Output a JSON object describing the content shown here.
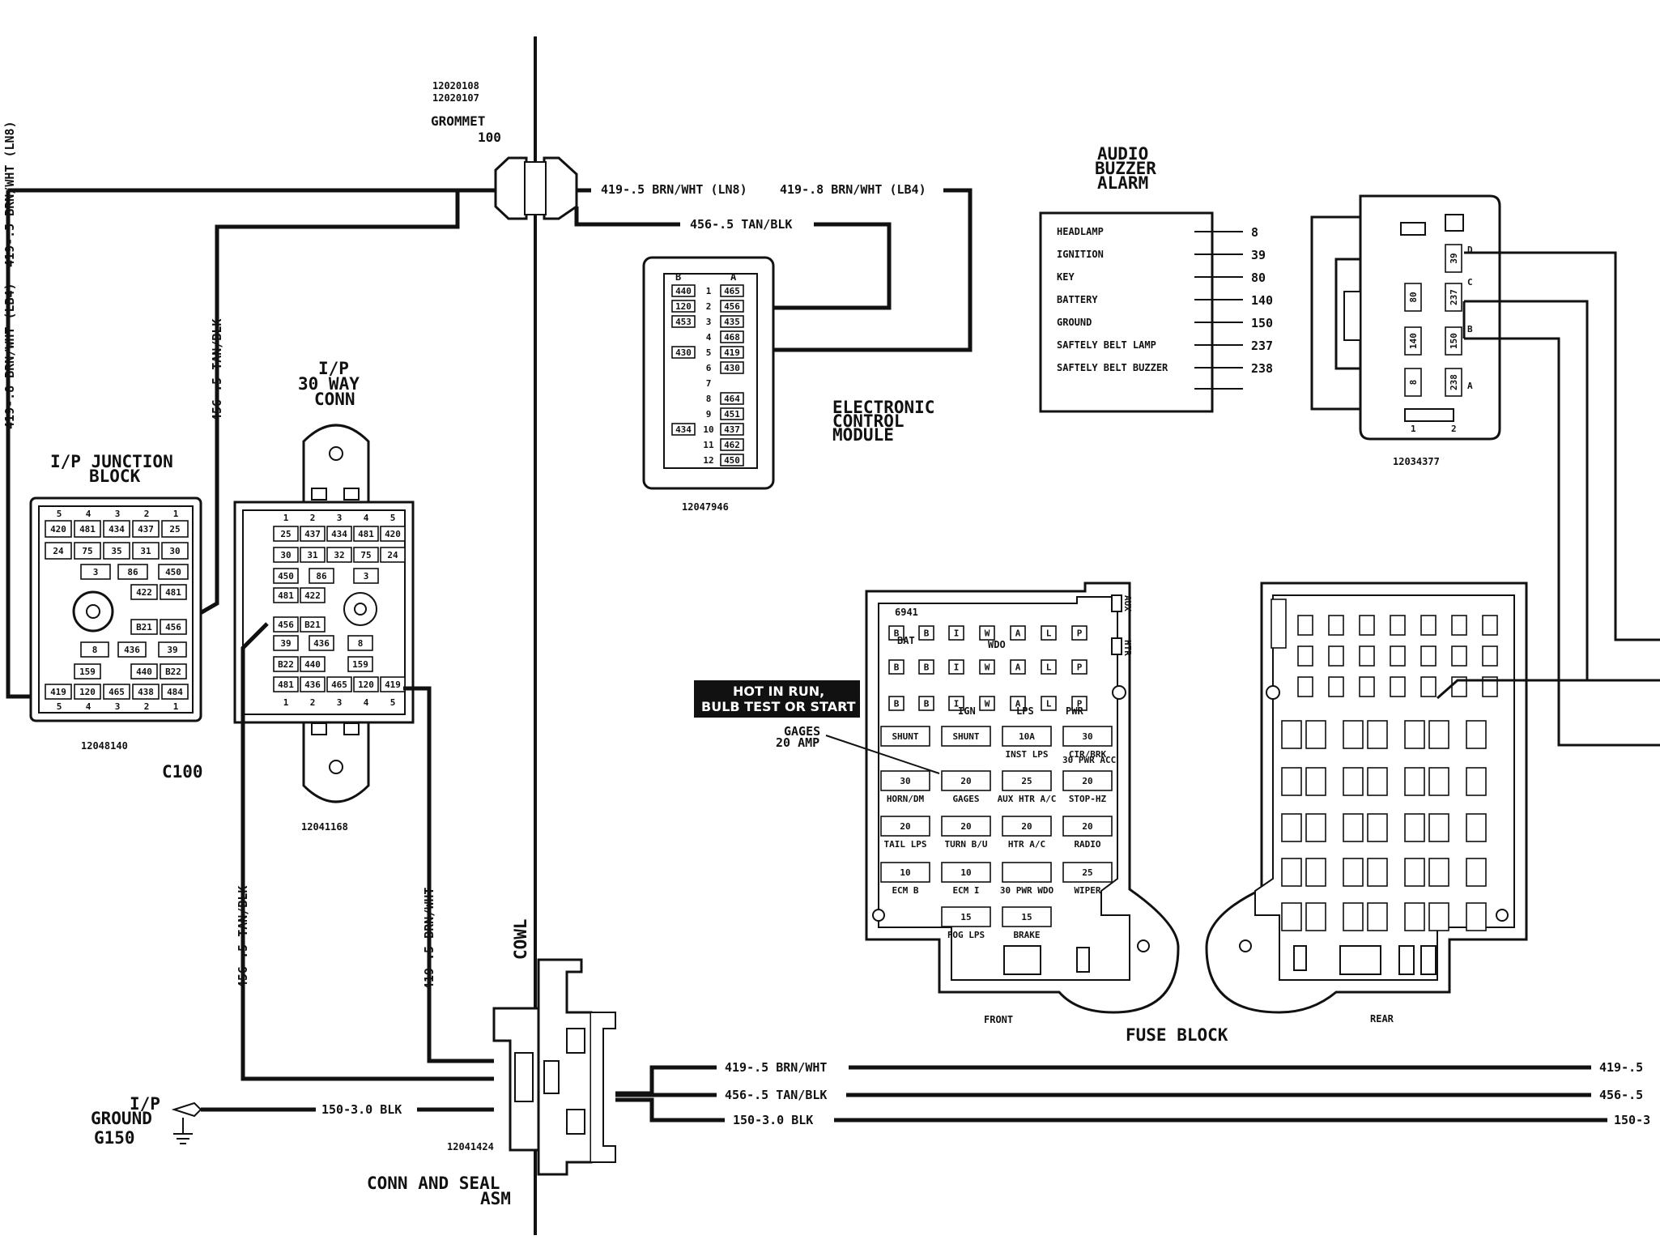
{
  "gromment": {
    "part_top": "12020108",
    "part_bottom": "12020107",
    "label": "GROMMET",
    "number": "100"
  },
  "wires": {
    "lnb_label": "419-.5 BRN/WHT (LN8)",
    "lb4_label": "419-.8 BRN/WHT (LB4)",
    "tan_top": "456-.5 TAN/BLK",
    "left_vertical": "419-.8 BRN/WHT (LB4)",
    "left_vertical_b": "419-.5 BRN/WHT (LN8)",
    "mid_vertical": "456-.5 TAN/BLK",
    "ipconn_tan": "456-.5 TAN/BLK",
    "ipconn_brn": "419-.5 BRN/WHT",
    "bottom_brn": "419-.5 BRN/WHT",
    "bottom_tan": "456-.5 TAN/BLK",
    "bottom_blk": "150-3.0 BLK",
    "ground_wire": "150-3.0 BLK",
    "right_brn": "419-.5",
    "right_tan": "456-.5",
    "right_blk": "150-3"
  },
  "junction_block": {
    "title_line1": "I/P JUNCTION",
    "title_line2": "BLOCK",
    "part": "12048140",
    "conn": "C100",
    "top_pins": [
      "5",
      "4",
      "3",
      "2",
      "1"
    ],
    "bottom_pins": [
      "5",
      "4",
      "3",
      "2",
      "1"
    ],
    "row1": [
      "420",
      "481",
      "434",
      "437",
      "25"
    ],
    "row2": [
      "24",
      "75",
      "35",
      "31",
      "30"
    ],
    "row3": [
      "3",
      "86",
      "450"
    ],
    "row4": [
      "422",
      "481"
    ],
    "row5": [
      "B21",
      "456"
    ],
    "row6": [
      "8",
      "436",
      "39"
    ],
    "row7": [
      "159",
      "440",
      "B22"
    ],
    "row8": [
      "419",
      "120",
      "465",
      "438",
      "484"
    ]
  },
  "ip_conn": {
    "title_line1": "I/P",
    "title_line2": "30 WAY",
    "title_line3": "CONN",
    "part": "12041168",
    "top_pins": [
      "1",
      "2",
      "3",
      "4",
      "5"
    ],
    "bottom_pins": [
      "1",
      "2",
      "3",
      "4",
      "5"
    ],
    "row1": [
      "25",
      "437",
      "434",
      "481",
      "420"
    ],
    "row2": [
      "30",
      "31",
      "32",
      "75",
      "24"
    ],
    "row3": [
      "450",
      "86",
      "3"
    ],
    "row4": [
      "481",
      "422"
    ],
    "row5": [
      "456",
      "B21"
    ],
    "row6": [
      "39",
      "436",
      "8"
    ],
    "row7": [
      "B22",
      "440",
      "159"
    ],
    "row8": [
      "481",
      "436",
      "465",
      "120",
      "419"
    ]
  },
  "ecm": {
    "title_line1": "ELECTRONIC",
    "title_line2": "CONTROL",
    "title_line3": "MODULE",
    "part": "12047946",
    "col_b": "B",
    "col_a": "A",
    "rows": [
      {
        "b": "440",
        "n": "1",
        "a": "465"
      },
      {
        "b": "120",
        "n": "2",
        "a": "456"
      },
      {
        "b": "453",
        "n": "3",
        "a": "435"
      },
      {
        "b": "",
        "n": "4",
        "a": "468"
      },
      {
        "b": "430",
        "n": "5",
        "a": "419"
      },
      {
        "b": "",
        "n": "6",
        "a": "430"
      },
      {
        "b": "",
        "n": "7",
        "a": ""
      },
      {
        "b": "",
        "n": "8",
        "a": "464"
      },
      {
        "b": "",
        "n": "9",
        "a": "451"
      },
      {
        "b": "434",
        "n": "10",
        "a": "437"
      },
      {
        "b": "",
        "n": "11",
        "a": "462"
      },
      {
        "b": "",
        "n": "12",
        "a": "450"
      }
    ]
  },
  "buzzer": {
    "title_line1": "AUDIO",
    "title_line2": "BUZZER",
    "title_line3": "ALARM",
    "rows": [
      {
        "label": "HEADLAMP",
        "circuit": "8"
      },
      {
        "label": "IGNITION",
        "circuit": "39"
      },
      {
        "label": "KEY",
        "circuit": "80"
      },
      {
        "label": "BATTERY",
        "circuit": "140"
      },
      {
        "label": "GROUND",
        "circuit": "150"
      },
      {
        "label": "SAFTELY BELT LAMP",
        "circuit": "237"
      },
      {
        "label": "SAFTELY BELT BUZZER",
        "circuit": "238"
      }
    ]
  },
  "buzzer_conn": {
    "part": "12034377",
    "cells": [
      "39",
      "237",
      "150",
      "80",
      "140",
      "8",
      "238"
    ],
    "letters": [
      "D",
      "C",
      "B",
      "A"
    ],
    "bottom": [
      "1",
      "2"
    ]
  },
  "fuse_block": {
    "title": "FUSE BLOCK",
    "front": "FRONT",
    "rear": "REAR",
    "hot_line1": "HOT IN RUN,",
    "hot_line2": "BULB TEST OR START",
    "gages_line1": "GAGES",
    "gages_line2": "20 AMP",
    "id": "6941",
    "bat": "BAT",
    "ign": "IGN",
    "lps": "LPS",
    "pwr": "PWR",
    "wdo": "WDO",
    "aux": "AUX",
    "htr": "HTR",
    "row_letters": [
      "B",
      "B",
      "I",
      "W",
      "A",
      "L",
      "P"
    ],
    "fuses": [
      {
        "v": "SHUNT",
        "l": ""
      },
      {
        "v": "SHUNT",
        "l": ""
      },
      {
        "v": "10A",
        "l": "INST LPS"
      },
      {
        "v": "30",
        "l": "CIR/BRK"
      },
      {
        "v": "30",
        "l": "HORN/DM"
      },
      {
        "v": "20",
        "l": "GAGES"
      },
      {
        "v": "25",
        "l": "AUX HTR A/C"
      },
      {
        "v": "20",
        "l": "STOP-HZ"
      },
      {
        "v": "20",
        "l": "TAIL LPS"
      },
      {
        "v": "20",
        "l": "TURN B/U"
      },
      {
        "v": "20",
        "l": "HTR A/C"
      },
      {
        "v": "20",
        "l": "RADIO"
      },
      {
        "v": "10",
        "l": "ECM B"
      },
      {
        "v": "10",
        "l": "ECM I"
      },
      {
        "v": "",
        "l": "30 PWR WDO"
      },
      {
        "v": "25",
        "l": "WIPER"
      },
      {
        "v": "15",
        "l": "FOG LPS"
      },
      {
        "v": "15",
        "l": "BRAKE"
      }
    ],
    "pwr_acc": "30 PWR ACC"
  },
  "cowl": "COWL",
  "ground": {
    "line1": "I/P",
    "line2": "GROUND",
    "line3": "G150"
  },
  "conn_seal": {
    "part": "12041424",
    "line1": "CONN AND SEAL",
    "line2": "ASM"
  }
}
